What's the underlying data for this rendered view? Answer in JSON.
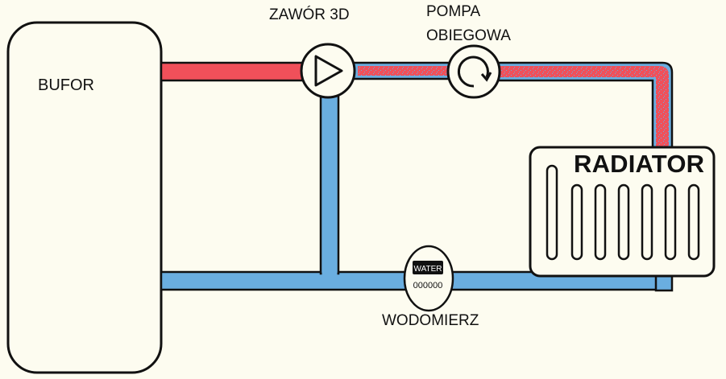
{
  "labels": {
    "buffer": "BUFOR",
    "valve": "ZAWÓR 3D",
    "pump_line1": "POMPA",
    "pump_line2": "OBIEGOWA",
    "radiator": "RADIATOR",
    "meter": "WODOMIERZ",
    "meter_badge": "WATER",
    "meter_reading": "000000"
  },
  "colors": {
    "background": "#fdfcf0",
    "hot_pipe": "#f0505a",
    "cold_pipe": "#6aaee0",
    "outline": "#111111"
  }
}
